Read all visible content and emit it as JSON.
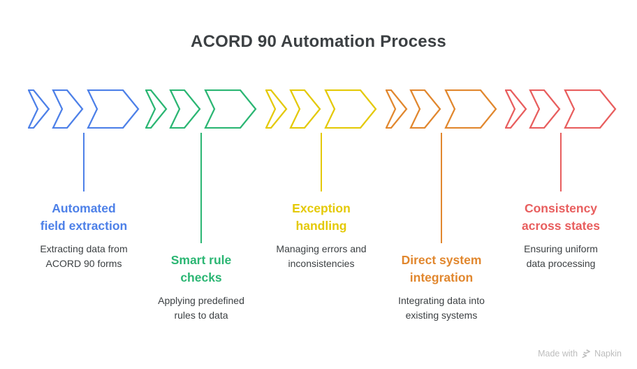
{
  "title": "ACORD 90 Automation Process",
  "colors": {
    "background": "#FFFFFF",
    "title_text": "#3C4043",
    "description_text": "#3C4043",
    "watermark_text": "#BDBDBD"
  },
  "steps": [
    {
      "heading": "Automated field extraction",
      "heading_lines": [
        "Automated",
        "field extraction"
      ],
      "description": "Extracting data from ACORD 90 forms",
      "description_lines": [
        "Extracting data from",
        "ACORD 90 forms"
      ],
      "color": "#4D80E8"
    },
    {
      "heading": "Smart rule checks",
      "heading_lines": [
        "Smart rule",
        "checks"
      ],
      "description": "Applying predefined rules to data",
      "description_lines": [
        "Applying predefined",
        "rules to data"
      ],
      "color": "#2BB673"
    },
    {
      "heading": "Exception handling",
      "heading_lines": [
        "Exception",
        "handling"
      ],
      "description": "Managing errors and inconsistencies",
      "description_lines": [
        "Managing errors and",
        "inconsistencies"
      ],
      "color": "#E4C907"
    },
    {
      "heading": "Direct system integration",
      "heading_lines": [
        "Direct system",
        "integration"
      ],
      "description": "Integrating data into existing systems",
      "description_lines": [
        "Integrating data into",
        "existing systems"
      ],
      "color": "#E1872E"
    },
    {
      "heading": "Consistency across states",
      "heading_lines": [
        "Consistency",
        "across states"
      ],
      "description": "Ensuring uniform data processing",
      "description_lines": [
        "Ensuring uniform",
        "data processing"
      ],
      "color": "#E85E5E"
    }
  ],
  "watermark": {
    "prefix": "Made with",
    "brand": "Napkin",
    "icon": "napkin-logo-icon"
  }
}
